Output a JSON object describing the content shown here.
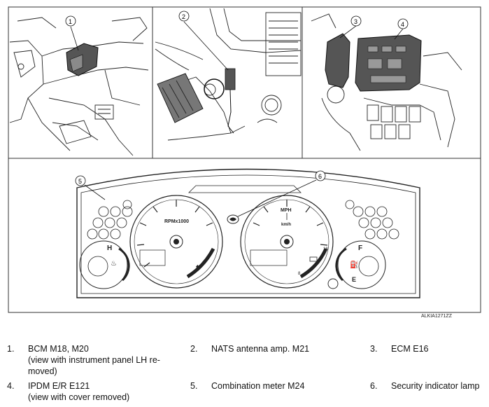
{
  "callouts": [
    "1",
    "2",
    "3",
    "4",
    "5",
    "6"
  ],
  "figure_code": "ALKIA1271ZZ",
  "meter": {
    "tach_label": "RPMx1000",
    "speed_label": "MPH",
    "speed_sub": "km/h",
    "temp_hot": "H",
    "fuel_full": "F",
    "fuel_empty": "E",
    "odo_small_a": "18",
    "odo_small_b": "8"
  },
  "legend": [
    {
      "num": "1.",
      "lines": [
        "BCM M18, M20",
        "(view with instrument panel LH re-",
        "moved)"
      ]
    },
    {
      "num": "2.",
      "lines": [
        "NATS antenna amp. M21"
      ]
    },
    {
      "num": "3.",
      "lines": [
        "ECM E16"
      ]
    },
    {
      "num": "4.",
      "lines": [
        "IPDM E/R E121",
        "(view with cover removed)"
      ]
    },
    {
      "num": "5.",
      "lines": [
        "Combination meter M24"
      ]
    },
    {
      "num": "6.",
      "lines": [
        "Security indicator lamp"
      ]
    }
  ]
}
